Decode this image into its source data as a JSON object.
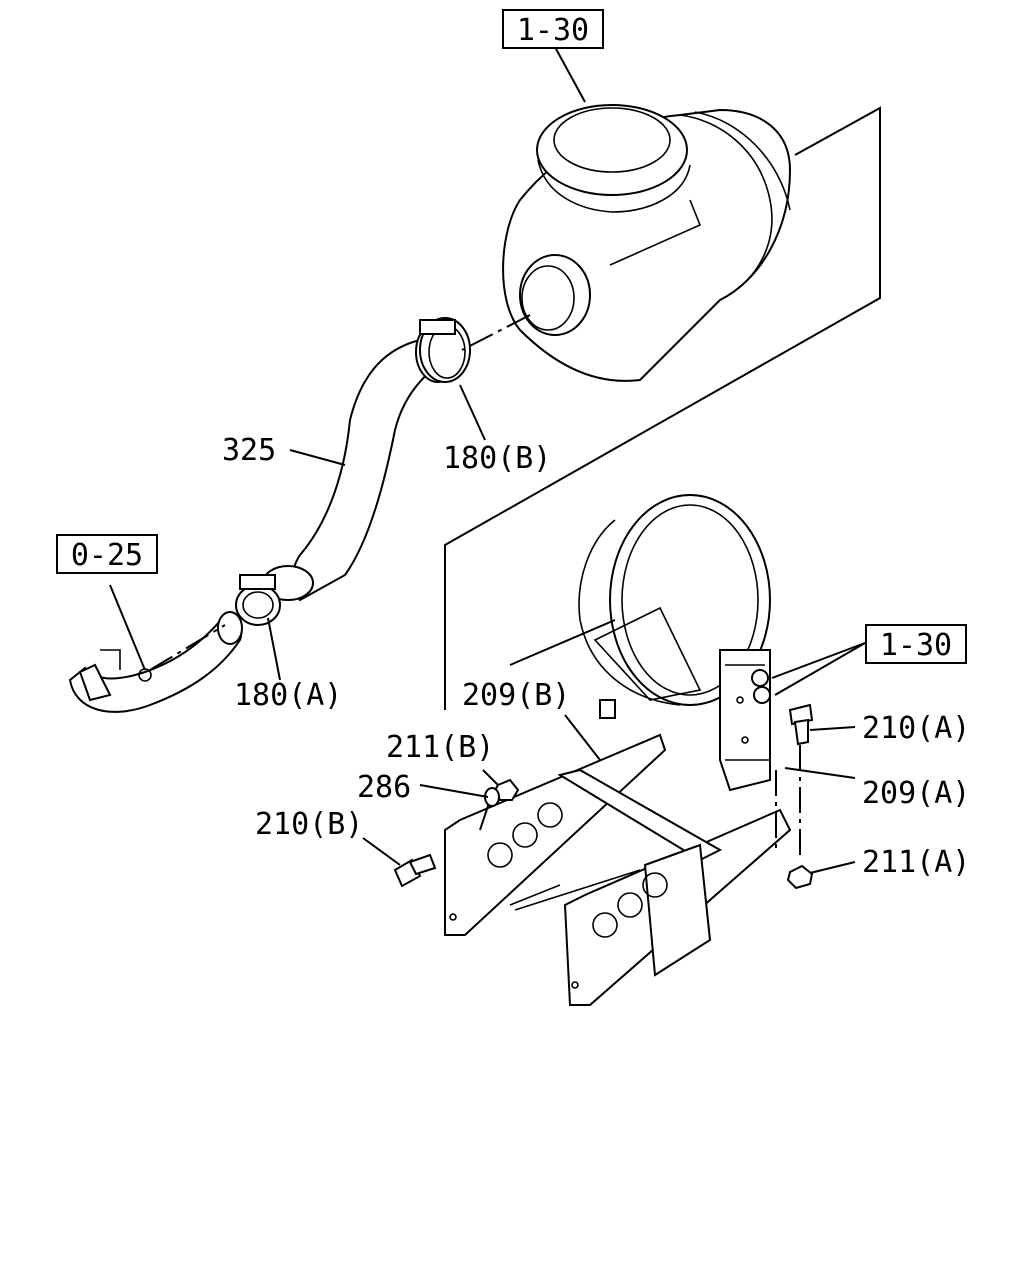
{
  "callouts": {
    "ref_top": "1-30",
    "ref_left": "0-25",
    "ref_right": "1-30",
    "p325": "325",
    "p180b": "180(B)",
    "p180a": "180(A)",
    "p209b": "209(B)",
    "p209a": "209(A)",
    "p210a": "210(A)",
    "p210b": "210(B)",
    "p211b": "211(B)",
    "p211a": "211(A)",
    "p286": "286"
  }
}
